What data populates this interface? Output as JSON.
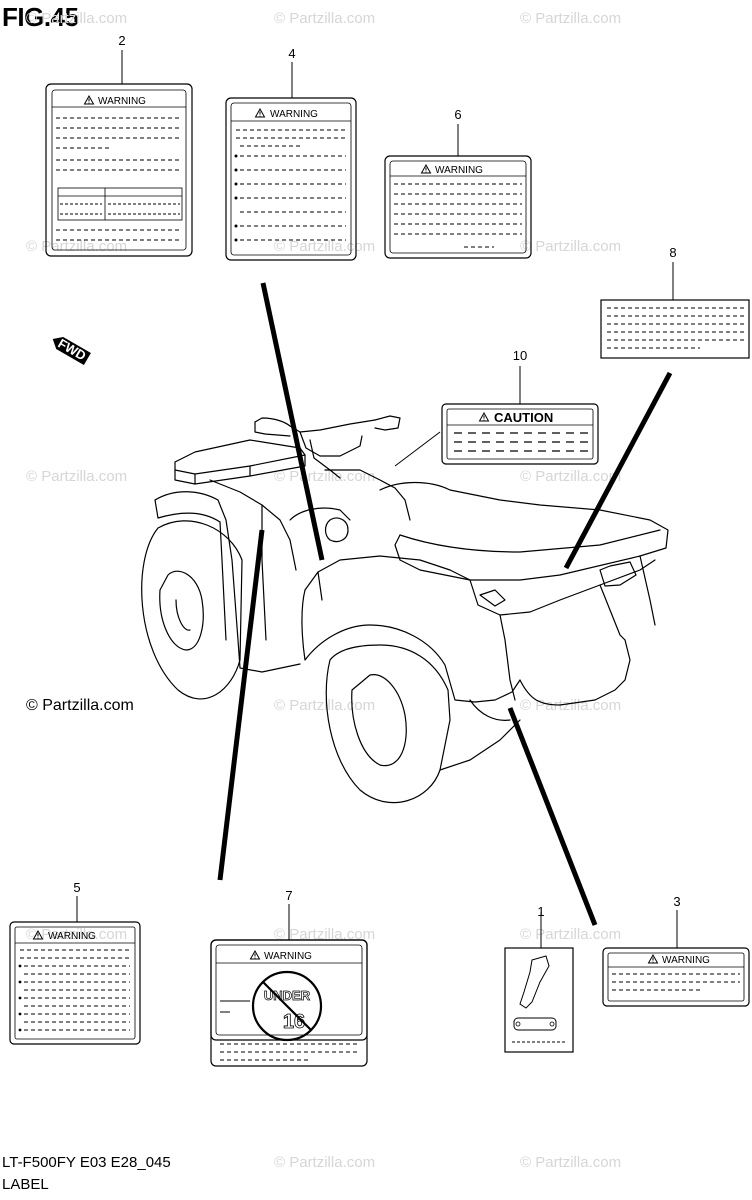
{
  "figure": {
    "title": "FIG.45",
    "copyright": "© Partzilla.com",
    "footer_code": "LT-F500FY E03 E28_045",
    "footer_name": "LABEL",
    "watermark": "© Partzilla.com"
  },
  "direction_marker": {
    "text": "FWD"
  },
  "labels": [
    {
      "callout": "1",
      "heading": ""
    },
    {
      "callout": "2",
      "heading": "WARNING"
    },
    {
      "callout": "3",
      "heading": "WARNING"
    },
    {
      "callout": "4",
      "heading": "WARNING"
    },
    {
      "callout": "5",
      "heading": "WARNING"
    },
    {
      "callout": "6",
      "heading": "WARNING"
    },
    {
      "callout": "7",
      "heading": "WARNING",
      "graphic": {
        "line1": "UNDER",
        "line2": "16"
      }
    },
    {
      "callout": "8",
      "heading": ""
    },
    {
      "callout": "10",
      "heading": "CAUTION"
    }
  ]
}
